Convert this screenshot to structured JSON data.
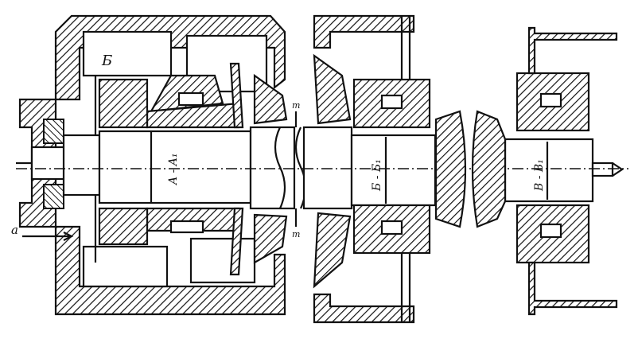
{
  "drawing": {
    "labels": {
      "chamber": "Б",
      "section_a": "A - A₁",
      "section_b": "Б - Б₁",
      "section_v": "В - В₁",
      "gap": "а",
      "mark_top": "m",
      "mark_bottom": "m"
    },
    "colors": {
      "ink": "#111111",
      "paper": "#ffffff"
    }
  }
}
